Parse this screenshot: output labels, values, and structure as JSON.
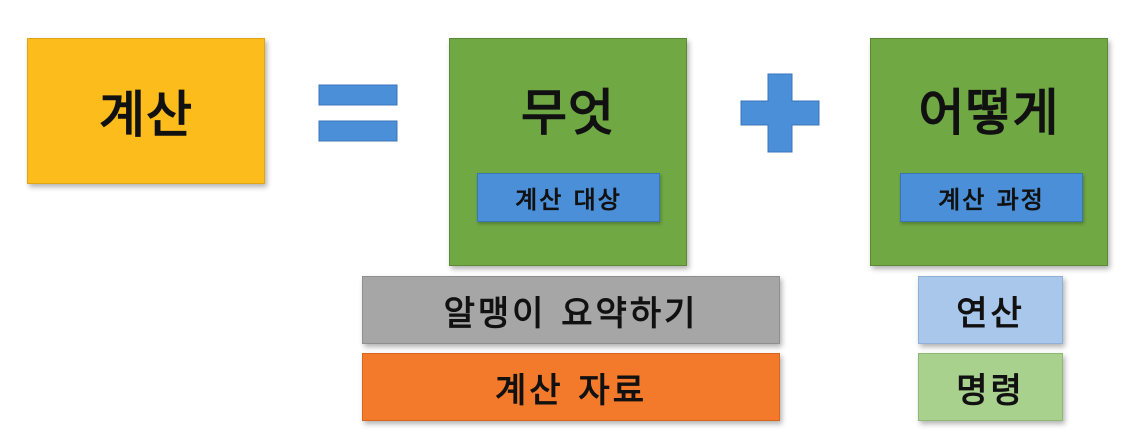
{
  "left_box": {
    "label": "계산",
    "color": "#fcbd1c"
  },
  "what_box": {
    "label": "무엇",
    "sub_label": "계산 대상",
    "color": "#70a844"
  },
  "how_box": {
    "label": "어떻게",
    "sub_label": "계산 과정",
    "color": "#70a844"
  },
  "operators": {
    "equals": "equals-sign-icon",
    "plus": "plus-sign-icon",
    "color": "#4a8fd8"
  },
  "what_details": [
    {
      "label": "알맹이 요약하기",
      "color": "#a6a6a6"
    },
    {
      "label": "계산 자료",
      "color": "#f47a2b"
    }
  ],
  "how_details": [
    {
      "label": "연산",
      "color": "#a9c7ea"
    },
    {
      "label": "명령",
      "color": "#a9d18e"
    }
  ]
}
